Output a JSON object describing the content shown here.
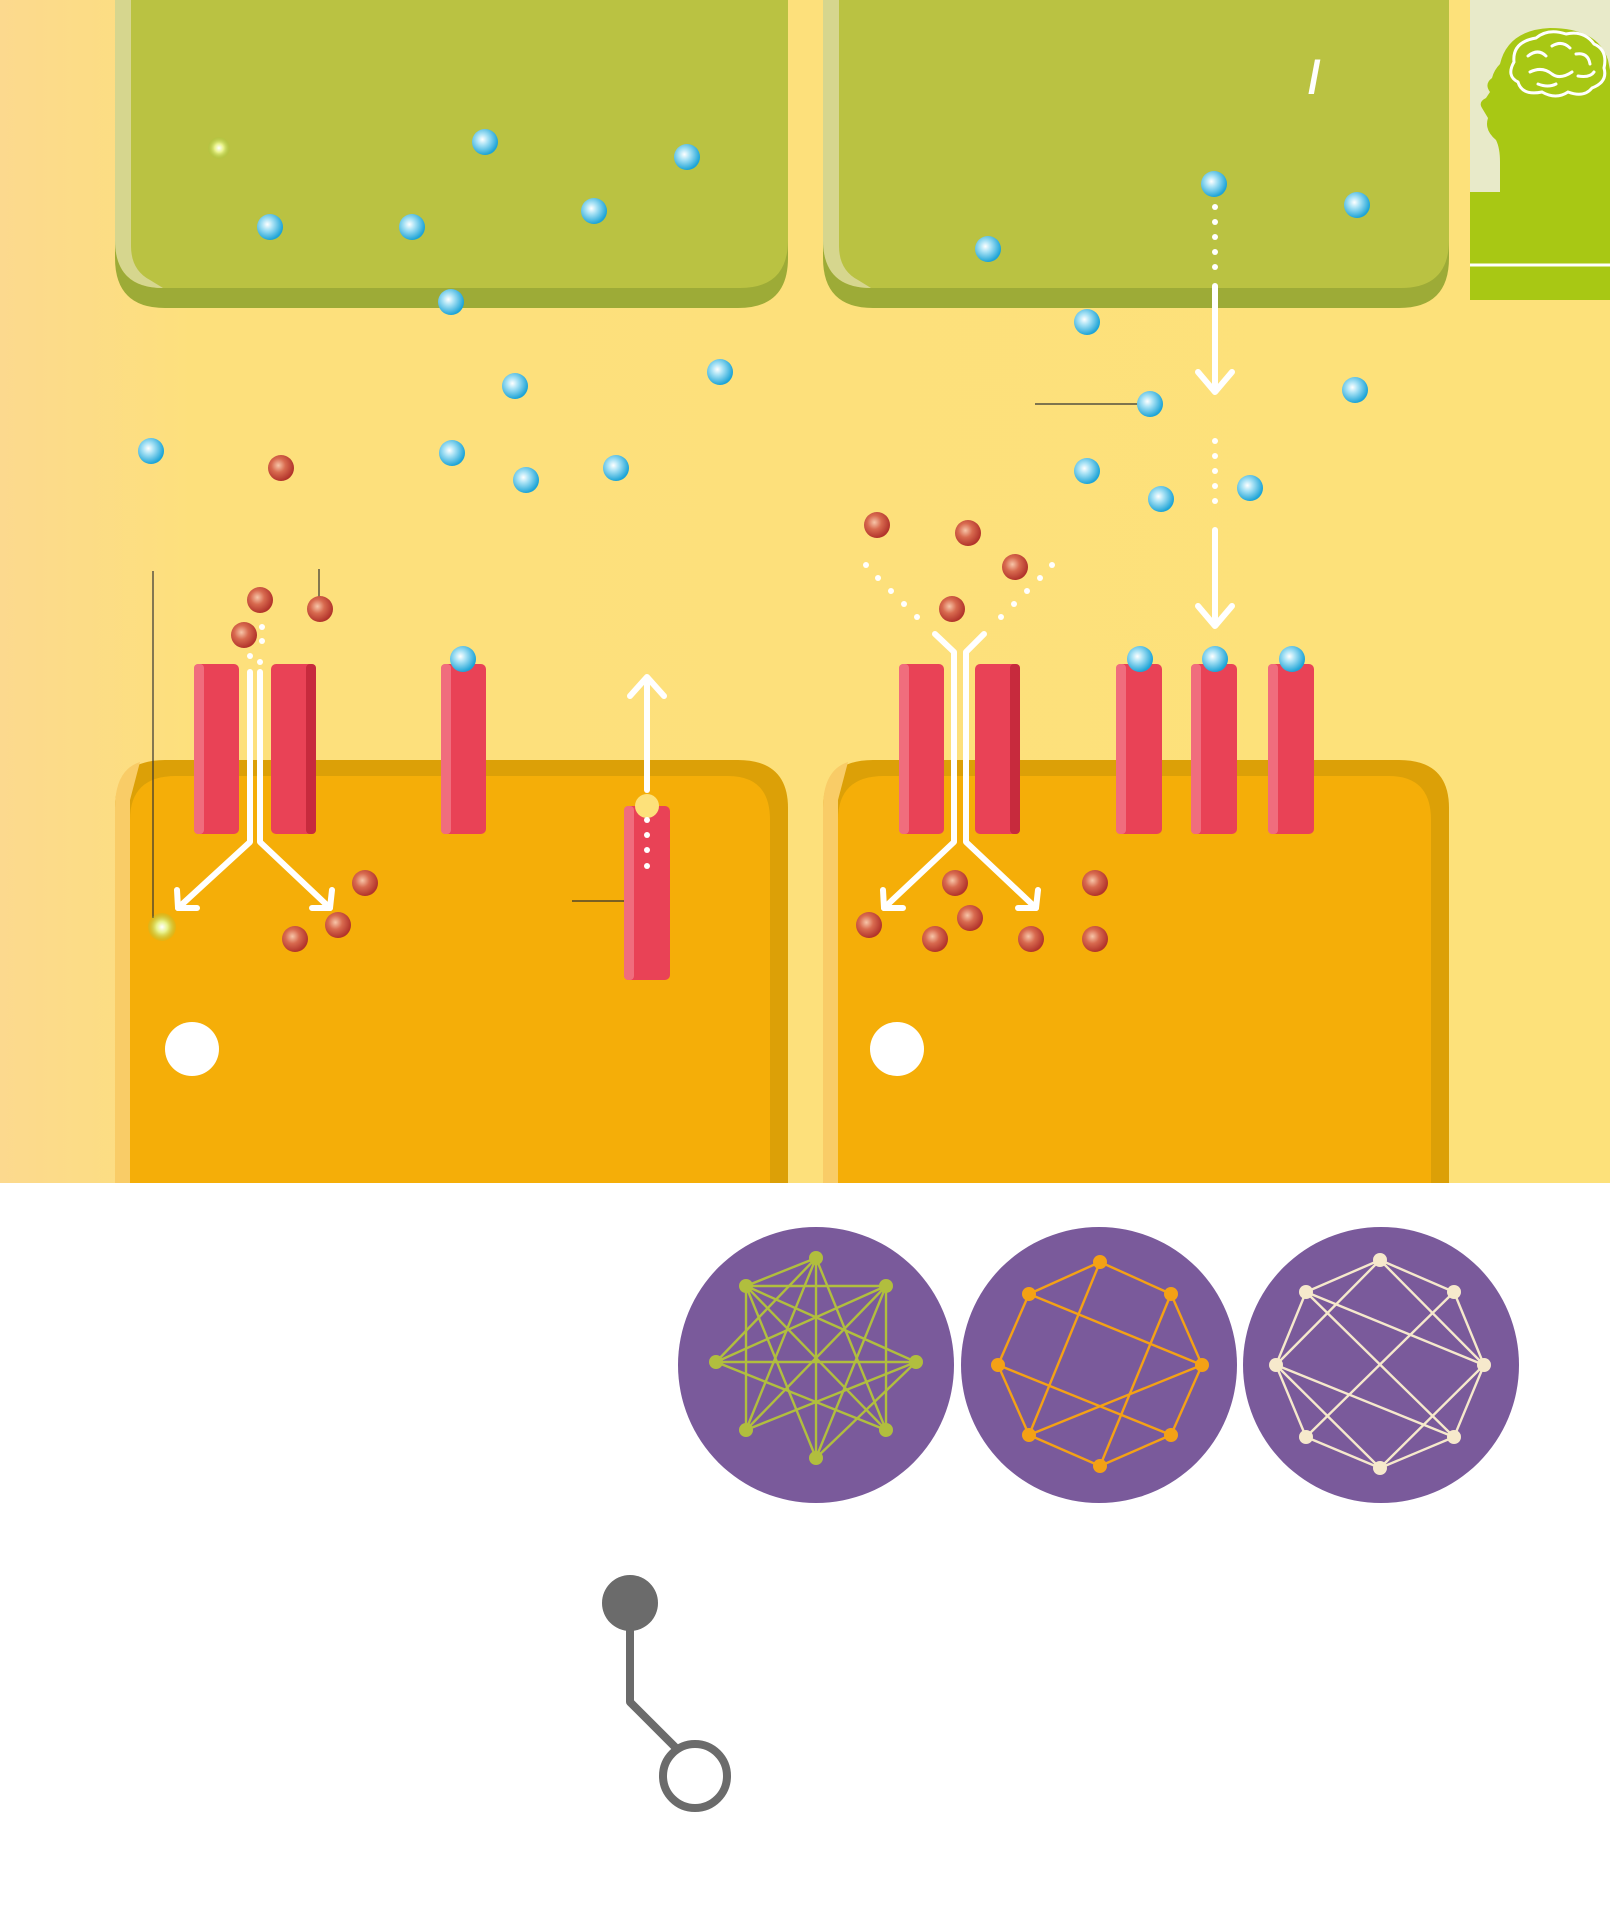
{
  "header": {
    "marker_text": "/",
    "head_icon": "head-with-brain-icon"
  },
  "colors": {
    "background": "#fde17a",
    "presynaptic_terminal": "#b8c042",
    "postsynaptic_cell": "#f5ae08",
    "receptor": "#e94256",
    "glutamate_molecule": "#3db8e2",
    "ion": "#c94a3a",
    "network_disc": "#7a5a9b",
    "network_green": "#b1be3e",
    "network_orange": "#f4a115",
    "network_cream": "#f6e9cc",
    "connector": "#6b6b6b"
  },
  "diagram": {
    "panels": [
      "left-synapse",
      "right-synapse"
    ],
    "networks": [
      {
        "name": "network-green",
        "nodes": 8
      },
      {
        "name": "network-orange",
        "nodes": 8
      },
      {
        "name": "network-cream",
        "nodes": 8
      }
    ]
  }
}
